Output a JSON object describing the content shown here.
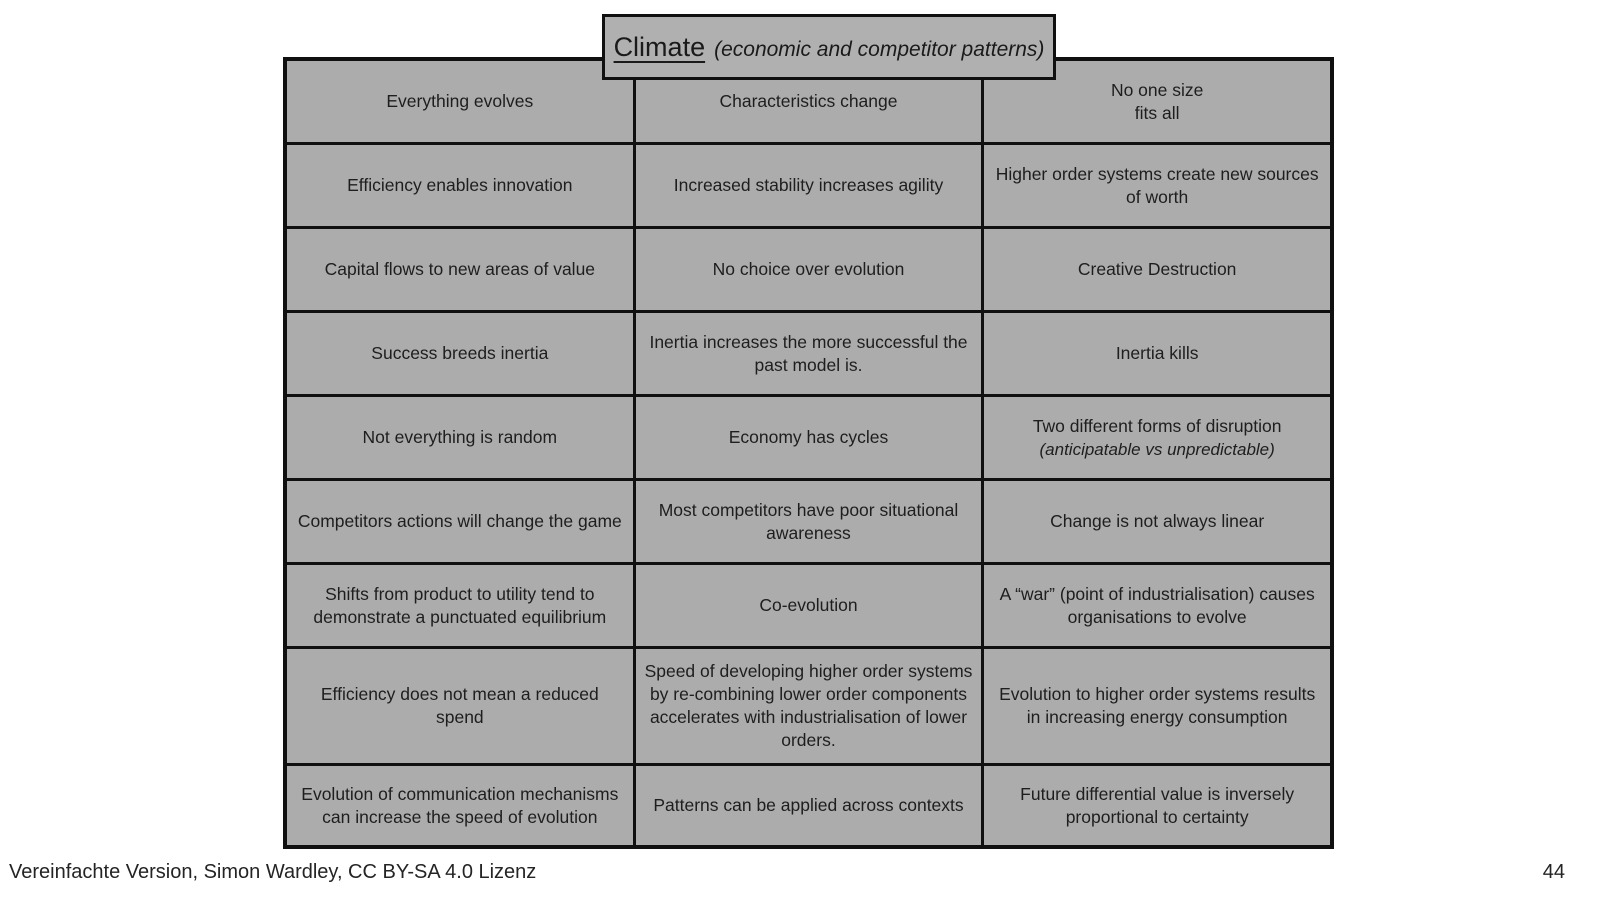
{
  "title": {
    "main": "Climate",
    "subtitle": "(economic and competitor patterns)"
  },
  "colors": {
    "cell_background": "#acacac",
    "border": "#101010",
    "page_background": "#ffffff",
    "text": "#1e1e1e"
  },
  "grid": {
    "columns": 3,
    "rows": [
      {
        "cells": [
          {
            "text": "Everything evolves"
          },
          {
            "text": "Characteristics change"
          },
          {
            "text": "No one size\nfits all"
          }
        ]
      },
      {
        "cells": [
          {
            "text": "Efficiency enables innovation"
          },
          {
            "text": "Increased stability increases agility"
          },
          {
            "text": "Higher order systems create new sources of worth"
          }
        ]
      },
      {
        "cells": [
          {
            "text": "Capital flows to new areas of value"
          },
          {
            "text": "No choice over evolution"
          },
          {
            "text": "Creative Destruction"
          }
        ]
      },
      {
        "cells": [
          {
            "text": "Success breeds inertia"
          },
          {
            "text": "Inertia increases the more successful the past model is."
          },
          {
            "text": "Inertia kills"
          }
        ]
      },
      {
        "cells": [
          {
            "text": "Not everything is random"
          },
          {
            "text": "Economy has cycles"
          },
          {
            "text": "Two different forms of disruption",
            "note": "(anticipatable vs unpredictable)"
          }
        ]
      },
      {
        "cells": [
          {
            "text": "Competitors actions will change the game"
          },
          {
            "text": "Most competitors have poor situational awareness"
          },
          {
            "text": "Change is not always linear"
          }
        ]
      },
      {
        "cells": [
          {
            "text": "Shifts from product to utility tend to demonstrate a punctuated equilibrium"
          },
          {
            "text": "Co-evolution"
          },
          {
            "text": "A “war” (point of industrialisation) causes organisations to evolve"
          }
        ]
      },
      {
        "cells": [
          {
            "text": "Efficiency does not mean a reduced spend"
          },
          {
            "text": "Speed of developing higher order systems by re-combining lower order components accelerates with industrialisation of lower orders."
          },
          {
            "text": "Evolution to higher order systems results in increasing energy consumption"
          }
        ]
      },
      {
        "cells": [
          {
            "text": "Evolution of communication mechanisms can increase the speed of evolution"
          },
          {
            "text": "Patterns can be applied across contexts"
          },
          {
            "text": "Future differential value is inversely proportional to certainty"
          }
        ]
      }
    ]
  },
  "footer": {
    "credit": "Vereinfachte Version, Simon Wardley, CC BY-SA 4.0 Lizenz",
    "page_number": "44"
  }
}
